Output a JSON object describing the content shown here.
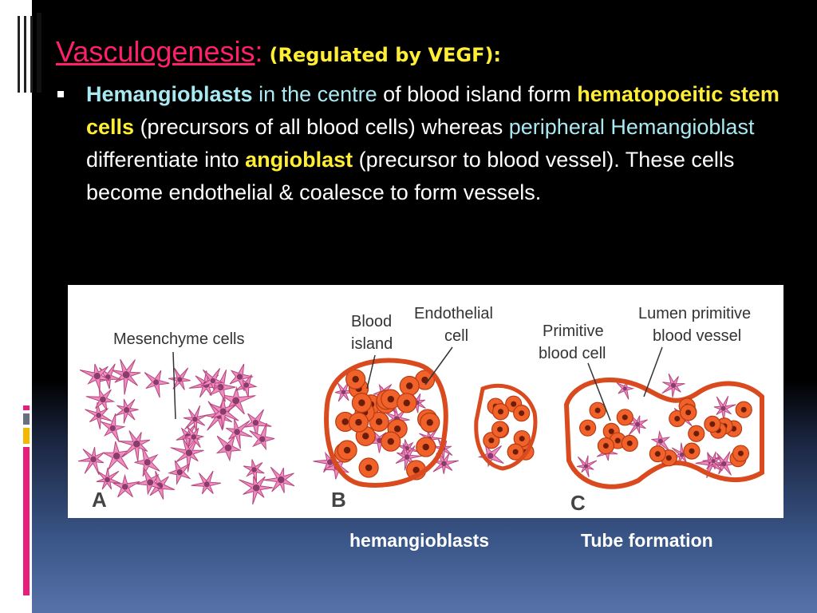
{
  "title": {
    "main": "Vasculogenesis",
    "colon": ":",
    "sub": "(Regulated by VEGF):"
  },
  "bullet": {
    "p1": "Hemangioblasts",
    "p2": " in the centre",
    "p3": " of blood island form ",
    "p4": "hematopoeitic stem cells",
    "p5": " (precursors of all blood cells) whereas ",
    "p6": "peripheral Hemangioblast",
    "p7": " differentiate into ",
    "p8": "angioblast",
    "p9": " (precursor to blood vessel). These cells become endothelial & coalesce to form vessels."
  },
  "figure": {
    "label_mesenchyme": "Mesenchyme cells",
    "label_blood_1": "Blood",
    "label_blood_2": "island",
    "label_endo_1": "Endothelial",
    "label_endo_2": "cell",
    "label_prim_1": "Primitive",
    "label_prim_2": "blood cell",
    "label_lumen_1": "Lumen primitive",
    "label_lumen_2": "blood vessel",
    "panel_a": "A",
    "panel_b": "B",
    "panel_c": "C"
  },
  "captions": {
    "left": "hemangioblasts",
    "right": "Tube formation"
  },
  "colors": {
    "accent_pink": "#e91e7a",
    "accent_yellow": "#f5b800",
    "accent_gray": "#8a8a8a"
  }
}
